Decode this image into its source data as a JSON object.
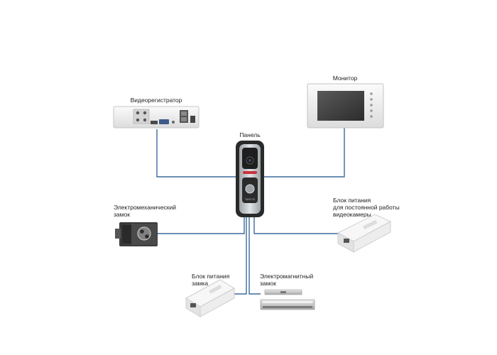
{
  "labels": {
    "dvr": "Видеорегистратор",
    "monitor": "Монитор",
    "panel": "Панель",
    "lock_mech_1": "Электромеханический",
    "lock_mech_2": "замок",
    "psu_camera_1": "Блок питания",
    "psu_camera_2": "для постоянной работы",
    "psu_camera_3": "видеокамеры",
    "psu_lock_1": "Блок питания",
    "psu_lock_2": "замка",
    "lock_magnetic_1": "Электромагнитный",
    "lock_magnetic_2": "замок",
    "panel_brand": "TANTOS"
  },
  "colors": {
    "wire": "#3d6a9e",
    "device_body": "#f2f2f2",
    "device_edge": "#c8c8c8",
    "panel_silver": "#bfc3c7",
    "panel_black": "#2a2a2a",
    "monitor_screen": "#3e3e3e",
    "indicator_red": "#c8323c"
  }
}
